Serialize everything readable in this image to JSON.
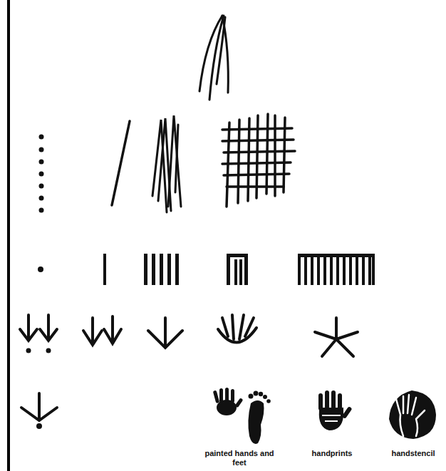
{
  "diagram": {
    "labels": [
      "painted hands and feet",
      "handprints",
      "handstencil"
    ]
  }
}
